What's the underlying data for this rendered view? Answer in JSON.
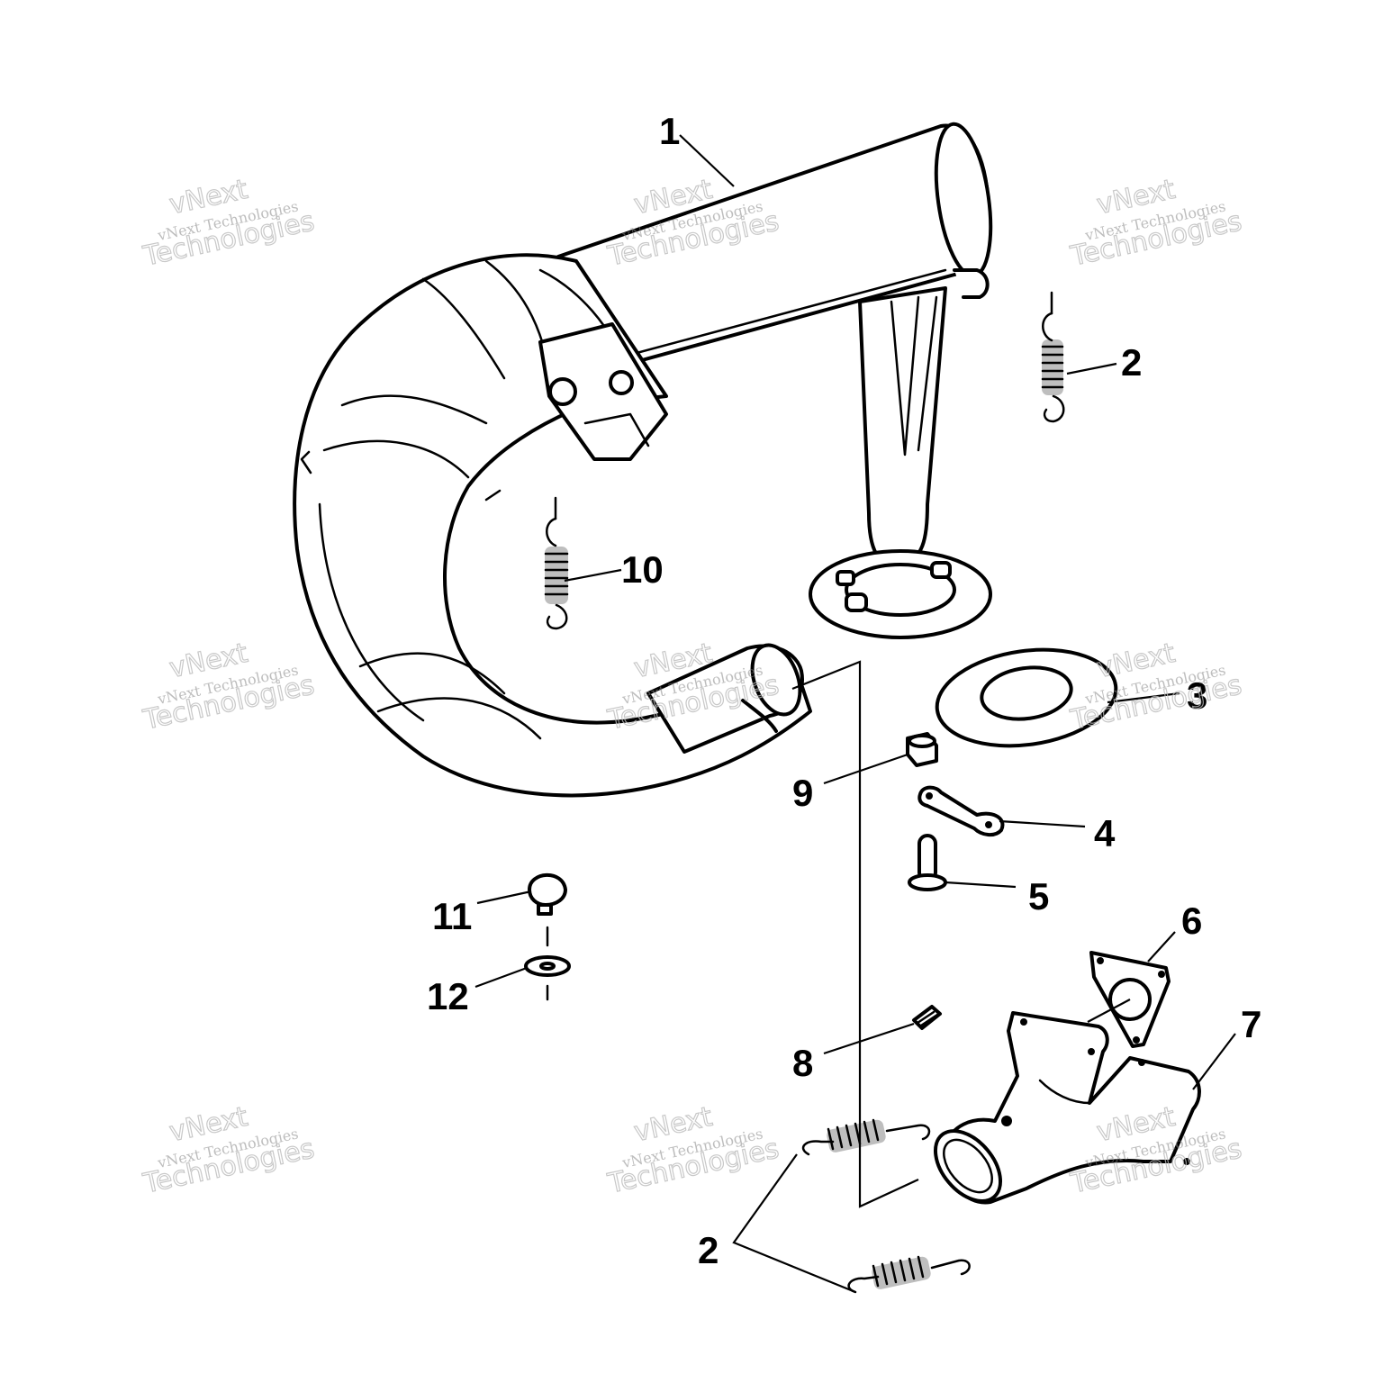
{
  "callouts": {
    "c1": "1",
    "c2_top": "2",
    "c2_bottom": "2",
    "c3": "3",
    "c4": "4",
    "c5": "5",
    "c6": "6",
    "c7": "7",
    "c8": "8",
    "c9": "9",
    "c10": "10",
    "c11": "11",
    "c12": "12"
  },
  "watermark": {
    "line_small": "vNext Technologies",
    "line_big_1": "vNext",
    "line_big_2": "Technologies"
  }
}
